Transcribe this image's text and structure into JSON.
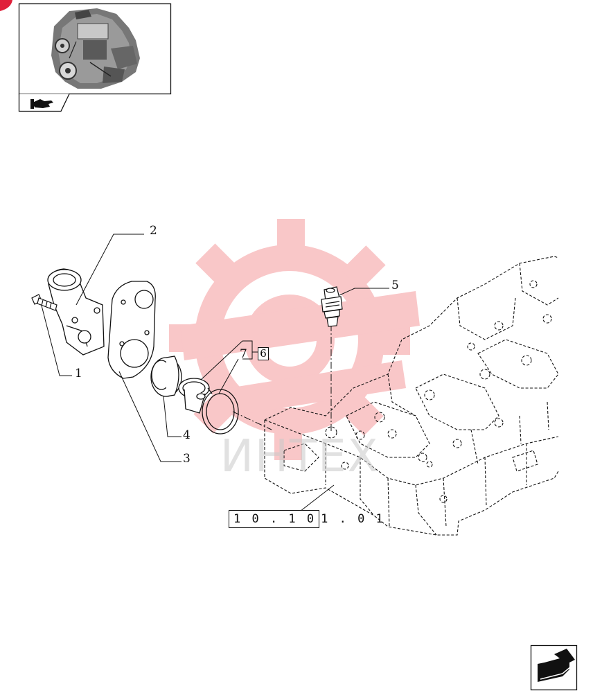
{
  "callouts": {
    "c1": "1",
    "c2": "2",
    "c3": "3",
    "c4": "4",
    "c5": "5",
    "c6": "6",
    "c7": "7"
  },
  "reference": {
    "boxed_part": "1 0 . 1 0",
    "rest_part": "1 . 0 1"
  },
  "watermark": {
    "text": "ИНТЕХ",
    "color": "#e8232a"
  },
  "icons": {
    "thumbnail": "engine-thumbnail-icon",
    "thumbnail_tab": "hand-pointer-icon",
    "next_page": "next-page-arrow-icon",
    "corner_marker": "red-corner-marker-icon"
  }
}
